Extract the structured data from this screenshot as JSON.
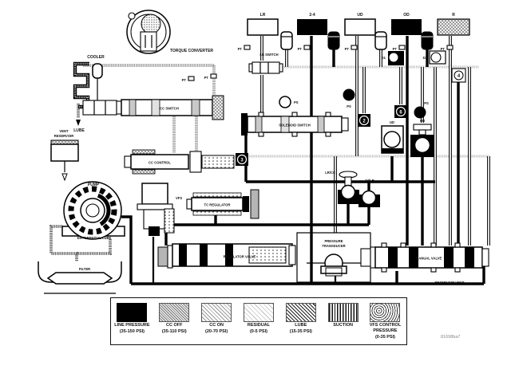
{
  "doc_id": "81698ba7",
  "diagram": {
    "components": {
      "torque_converter": "TORQUE CONVERTER",
      "cooler": "COOLER",
      "lube": "LUBE",
      "vent_line1": "VENT",
      "vent_line2": "RESERVOIR",
      "cc_switch": "CC SWITCH",
      "cc_control": "CC CONTROL",
      "lr_switch": "LR SWITCH",
      "solenoid_switch": "SOLENOID SWITCH",
      "pump": "PUMP",
      "differential_lube": "DIFFERENTIAL LUBE",
      "filter": "FILTER",
      "vfs": "VFS",
      "tc_regulator": "TC REGULATOR",
      "regulator_valve": "REGULATOR VALVE",
      "manual_valve": "MANUAL VALVE",
      "pressure_transducer_line1": "PRESSURE",
      "pressure_transducer_line2": "TRANSDUCER",
      "reservoir_vent": "RESERVOIR VENT",
      "lr_cc_valve": "LR/CC",
      "24_lr_valve": "24/LR",
      "ud_solenoid": "UD",
      "od_solenoid": "OD",
      "d1_ball": "D1",
      "d2_ball": "D2"
    },
    "clutches": [
      {
        "label": "LR"
      },
      {
        "label": "2-4"
      },
      {
        "label": "UD"
      },
      {
        "label": "OD"
      },
      {
        "label": "R"
      }
    ],
    "port_labels": {
      "pt": "PT",
      "ps": "PS"
    },
    "markers": {
      "m2": "2",
      "m3": "3",
      "m4": "4",
      "m6": "6"
    }
  },
  "legend": {
    "items": [
      {
        "name": "LINE PRESSURE",
        "range": "(35-150 PSI)"
      },
      {
        "name": "CC OFF",
        "range": "(35-110 PSI)"
      },
      {
        "name": "CC ON",
        "range": "(20-70 PSI)"
      },
      {
        "name": "RESIDUAL",
        "range": "(0-5 PSI)"
      },
      {
        "name": "LUBE",
        "range": "(15-35 PSI)"
      },
      {
        "name": "SUCTION",
        "range": ""
      },
      {
        "name": "VFS CONTROL PRESSURE",
        "range": "(0-35 PSI)"
      }
    ]
  },
  "colors": {
    "line_pressure": "#000000",
    "cc_off": "#9a9a9a",
    "cc_on": "#c3c3c3",
    "background": "#ffffff"
  }
}
